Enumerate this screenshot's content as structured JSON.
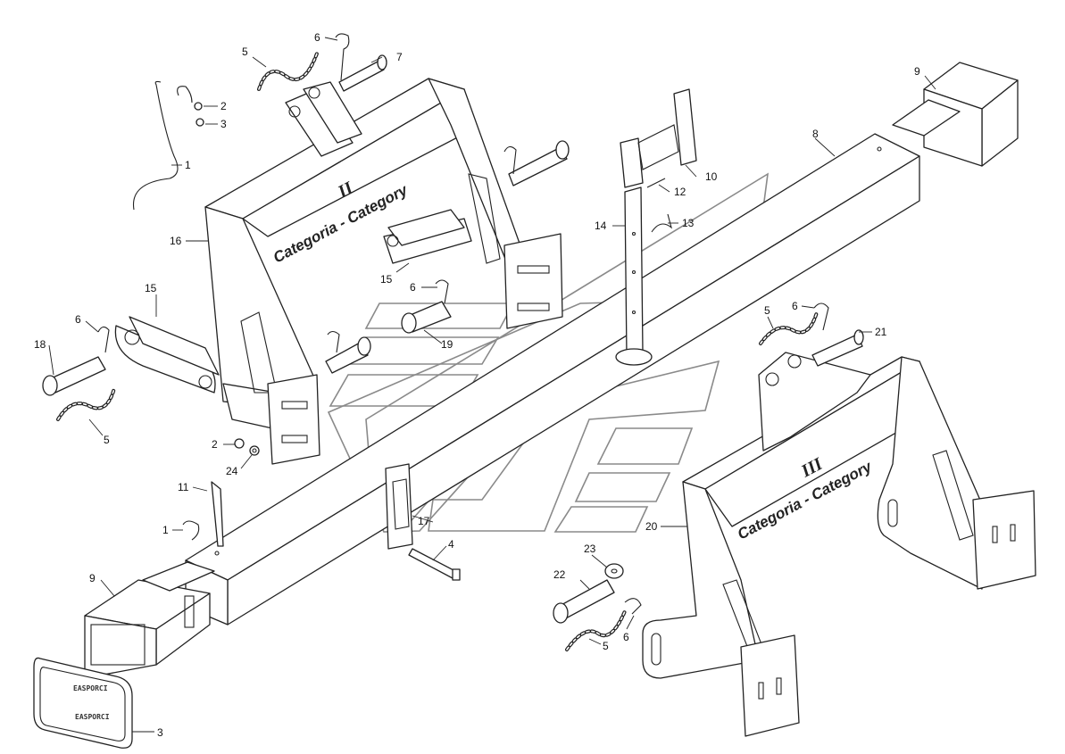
{
  "frame_ii": {
    "roman": "II",
    "title": "Categoria - Category"
  },
  "frame_iii": {
    "roman": "III",
    "title": "Categoria - Category"
  },
  "plate": {
    "text_top": "EASPORCI",
    "text_bottom": "EASPORCI"
  },
  "callouts": {
    "c1a": "1",
    "c1b": "1",
    "c2a": "2",
    "c2b": "2",
    "c3a": "3",
    "c3b": "3",
    "c4": "4",
    "c5a": "5",
    "c5b": "5",
    "c5c": "5",
    "c5d": "5",
    "c6a": "6",
    "c6b": "6",
    "c6c": "6",
    "c6d": "6",
    "c6e": "6",
    "c7": "7",
    "c8": "8",
    "c9a": "9",
    "c9b": "9",
    "c10": "10",
    "c11": "11",
    "c12": "12",
    "c13": "13",
    "c14": "14",
    "c15a": "15",
    "c15b": "15",
    "c16": "16",
    "c17": "17",
    "c18": "18",
    "c19": "19",
    "c20": "20",
    "c21": "21",
    "c22": "22",
    "c23": "23",
    "c24": "24"
  }
}
